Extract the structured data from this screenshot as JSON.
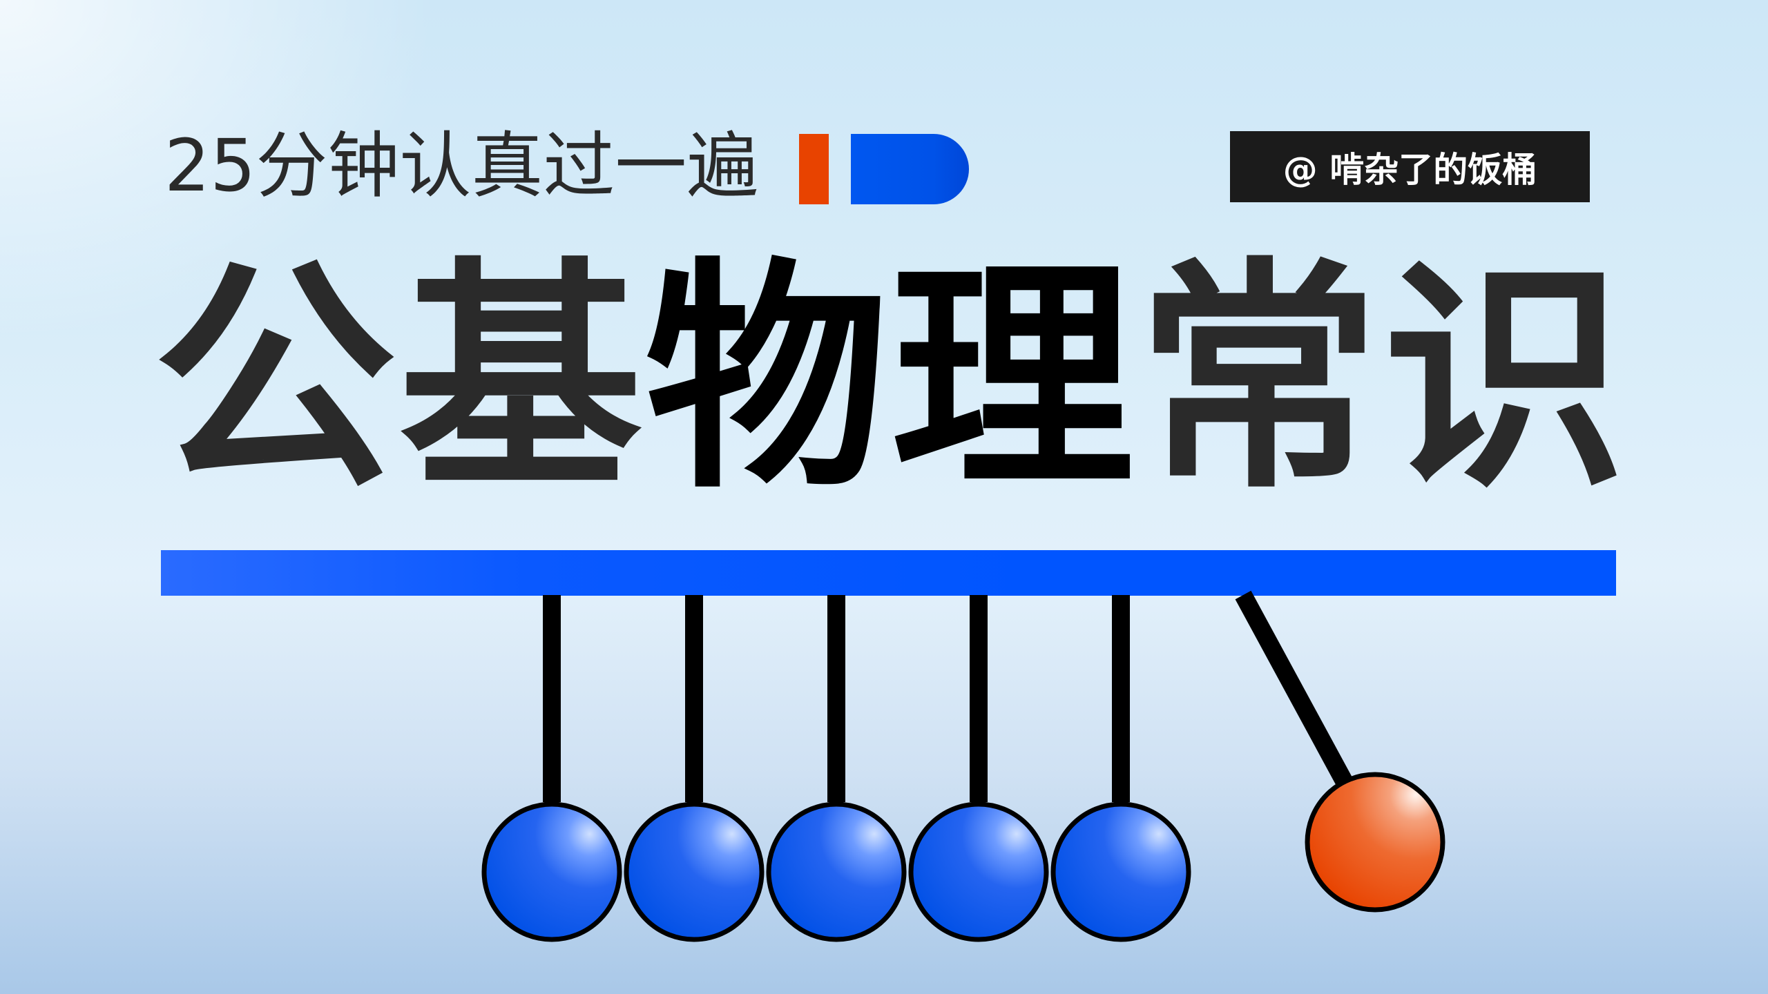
{
  "header": {
    "subtitle": "25分钟认真过一遍",
    "author_badge": "@ 啃杂了的饭桶"
  },
  "title": {
    "part1": "公基",
    "part2": "物理",
    "part3": "常识"
  },
  "colors": {
    "accent_blue": "#0055ff",
    "accent_orange": "#e84300",
    "text_dark": "#2a2a2a",
    "badge_bg": "#1b1b1b"
  },
  "illustration": {
    "type": "newtons-cradle",
    "resting_balls": 5,
    "swinging_balls": 1,
    "resting_ball_color": "#0050e6",
    "swinging_ball_color": "#e84300"
  }
}
